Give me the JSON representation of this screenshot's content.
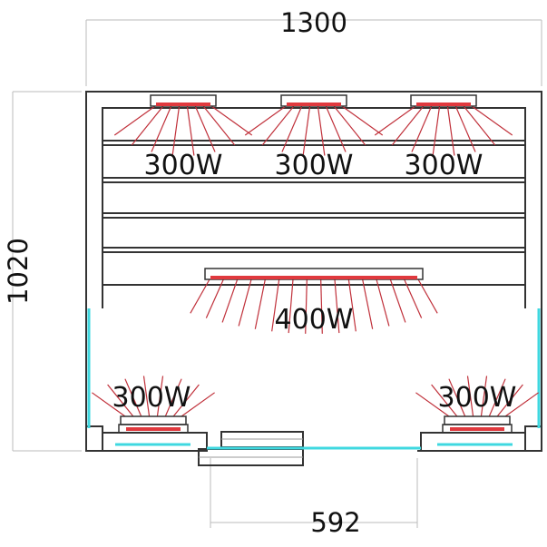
{
  "dimensions": {
    "width": "1300",
    "height": "1020",
    "door_width": "592"
  },
  "heaters": [
    {
      "label": "300W",
      "position": "top-left"
    },
    {
      "label": "300W",
      "position": "top-center"
    },
    {
      "label": "300W",
      "position": "top-right"
    },
    {
      "label": "400W",
      "position": "center-bench"
    },
    {
      "label": "300W",
      "position": "bottom-left"
    },
    {
      "label": "300W",
      "position": "bottom-right"
    }
  ],
  "colors": {
    "wall": "#333333",
    "heater": "#e0393e",
    "ray": "#c0303a",
    "glass": "#3fd8e0",
    "dimension": "#bbbbbb"
  }
}
